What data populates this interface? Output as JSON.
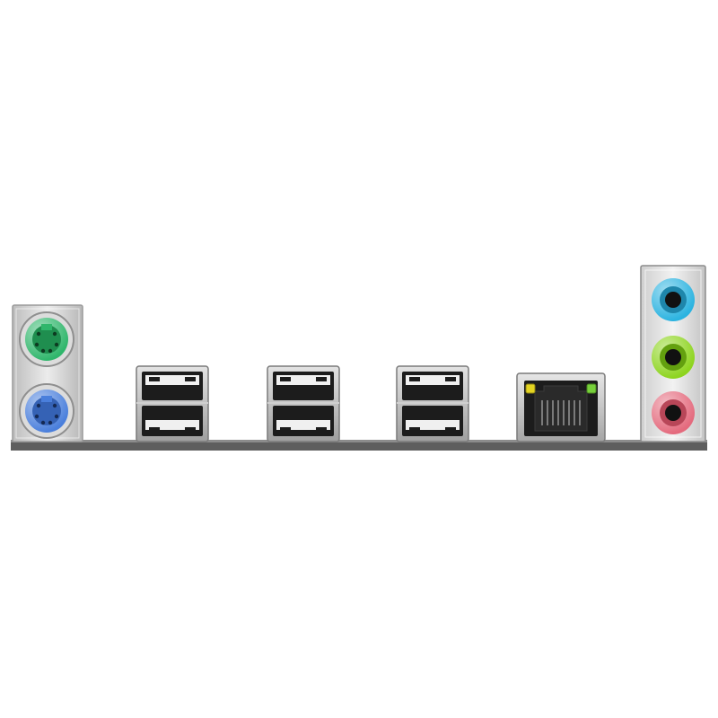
{
  "io_panel": {
    "ps2_ports": [
      {
        "name": "ps2-mouse-port",
        "color": "#2fb66b"
      },
      {
        "name": "ps2-keyboard-port",
        "color": "#4a7fdc"
      }
    ],
    "usb_stacks": [
      {
        "name": "usb-stack-1",
        "ports": 2
      },
      {
        "name": "usb-stack-2",
        "ports": 2
      },
      {
        "name": "usb-stack-3",
        "ports": 2
      }
    ],
    "lan_port": {
      "led_left": "#e3d321",
      "led_right": "#77cf3a"
    },
    "audio_jacks": [
      {
        "name": "line-in-jack",
        "color": "#2bb3e0"
      },
      {
        "name": "line-out-jack",
        "color": "#8dd41e"
      },
      {
        "name": "mic-in-jack",
        "color": "#e46a7d"
      }
    ],
    "colors": {
      "bracket": "#d7d7d7",
      "shield": "#c8c8c8",
      "base_bar": "#5e5e5e",
      "port_body": "#1c1c1c"
    }
  }
}
